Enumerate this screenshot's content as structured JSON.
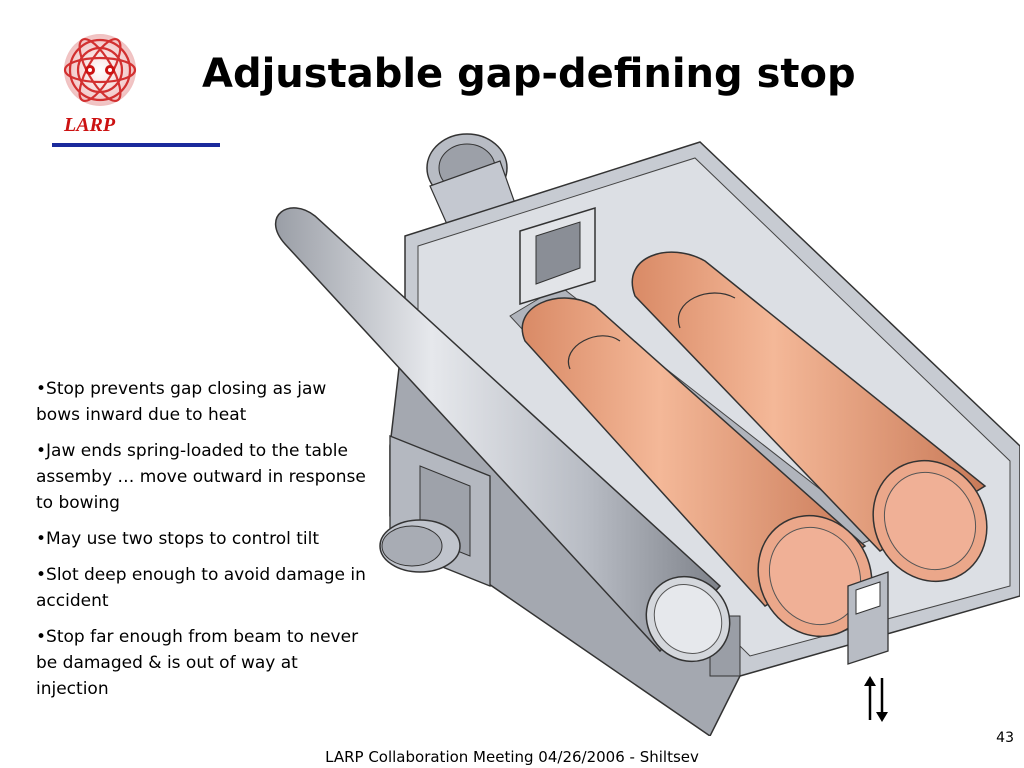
{
  "logo": {
    "text": "LARP"
  },
  "title": "Adjustable gap-defining stop",
  "bullets": [
    "•Stop prevents gap closing as jaw bows inward due to heat",
    "•Jaw ends spring-loaded to the table assemby … move outward in response to bowing",
    "•May use two stops to control tilt",
    "•Slot deep enough to avoid damage in accident",
    "•Stop far enough from beam to never be damaged & is out of way at injection"
  ],
  "footer": "LARP Collaboration Meeting 04/26/2006 - Shiltsev",
  "page_number": "43",
  "colors": {
    "logo_text": "#cc1111",
    "logo_rule": "#1a2a9c",
    "copper": "#e8a080",
    "steel": "#c4c8d0"
  }
}
